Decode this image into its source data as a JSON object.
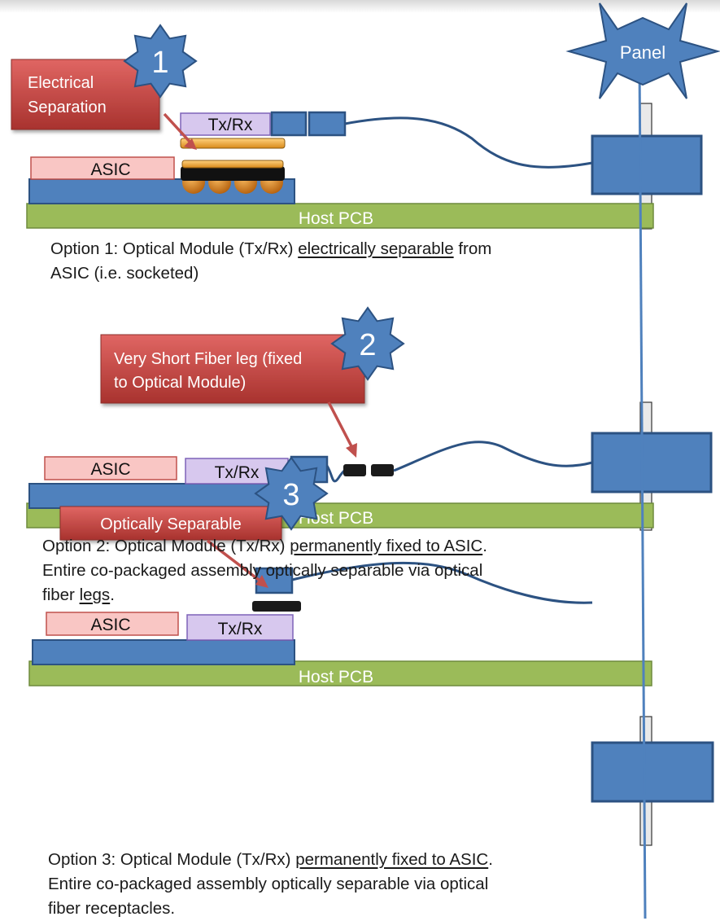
{
  "panel_label": "Panel",
  "badges": [
    "1",
    "2",
    "3"
  ],
  "callouts": {
    "c1": [
      "Electrical",
      "Separation"
    ],
    "c2": [
      "Very Short Fiber leg (fixed",
      "to Optical Module)"
    ],
    "c3": [
      "Optically Separable"
    ]
  },
  "parts": {
    "asic": "ASIC",
    "txrx": "Tx/Rx",
    "pcb": "Host PCB"
  },
  "captions": {
    "opt1": {
      "a": "Option 1: Optical Module (Tx/Rx) ",
      "u": "electrically separable",
      "b": " from",
      "line2": "ASIC (i.e. socketed)"
    },
    "opt2": {
      "a": "Option 2: Optical Module (Tx/Rx) ",
      "u": "permanently fixed to ASIC",
      "b": ".",
      "line2": "Entire co-packaged assembly optically separable via optical",
      "line3a": "fiber ",
      "line3u": "legs",
      "line3b": "."
    },
    "opt3": {
      "a": "Option 3: Optical Module (Tx/Rx) ",
      "u": "permanently fixed to ASIC",
      "b": ".",
      "line2": "Entire co-packaged assembly optically separable via optical",
      "line3": "fiber receptacles."
    }
  },
  "colors": {
    "blue": "#4f81bd",
    "blue_border": "#2c5282",
    "green": "#9bbb59",
    "red": "#c0504d",
    "asic_fill": "#f9c6c4",
    "txrx_fill": "#d7c8ee",
    "connector": "#1a1a1a"
  }
}
